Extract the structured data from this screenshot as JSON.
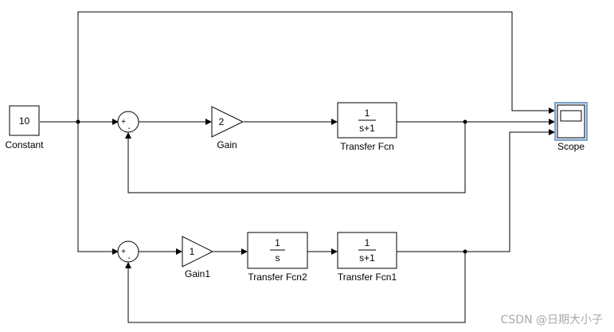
{
  "blocks": {
    "constant": {
      "value": "10",
      "label": "Constant"
    },
    "gain": {
      "value": "2",
      "label": "Gain"
    },
    "gain1": {
      "value": "1",
      "label": "Gain1"
    },
    "tf": {
      "num": "1",
      "den": "s+1",
      "label": "Transfer Fcn"
    },
    "tf1": {
      "num": "1",
      "den": "s+1",
      "label": "Transfer Fcn1"
    },
    "tf2": {
      "num": "1",
      "den": "s",
      "label": "Transfer Fcn2"
    },
    "scope": {
      "label": "Scope"
    },
    "sum1": {
      "plus": "+",
      "minus": "-"
    },
    "sum2": {
      "plus": "+",
      "minus": "-"
    }
  },
  "watermark": "CSDN @日期大小子",
  "colors": {
    "line": "#000000",
    "scope_border": "#7aa0c8",
    "scope_fill": "#dde8f4"
  }
}
